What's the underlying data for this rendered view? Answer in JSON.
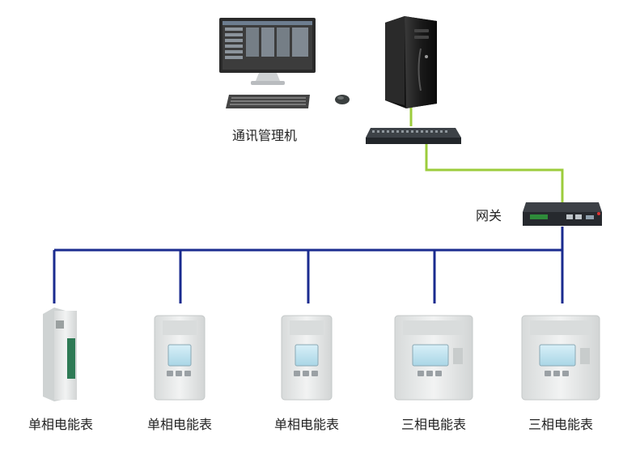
{
  "colors": {
    "bus_line": "#1a2b8f",
    "ethernet_line": "#9ccc3c",
    "device_body": "#e8eaea",
    "screen_lcd": "#bfe3ef"
  },
  "nodes": {
    "management_pc": {
      "label": "通讯管理机",
      "icon": "desktop-computer-icon"
    },
    "server": {
      "label": "",
      "icon": "server-tower-icon"
    },
    "switch": {
      "label": "",
      "icon": "network-switch-icon"
    },
    "gateway": {
      "label": "网关",
      "icon": "gateway-device-icon"
    }
  },
  "meters": [
    {
      "label": "单相电能表",
      "kind": "single-phase-din-slim"
    },
    {
      "label": "单相电能表",
      "kind": "single-phase"
    },
    {
      "label": "单相电能表",
      "kind": "single-phase"
    },
    {
      "label": "三相电能表",
      "kind": "three-phase"
    },
    {
      "label": "三相电能表",
      "kind": "three-phase"
    }
  ]
}
